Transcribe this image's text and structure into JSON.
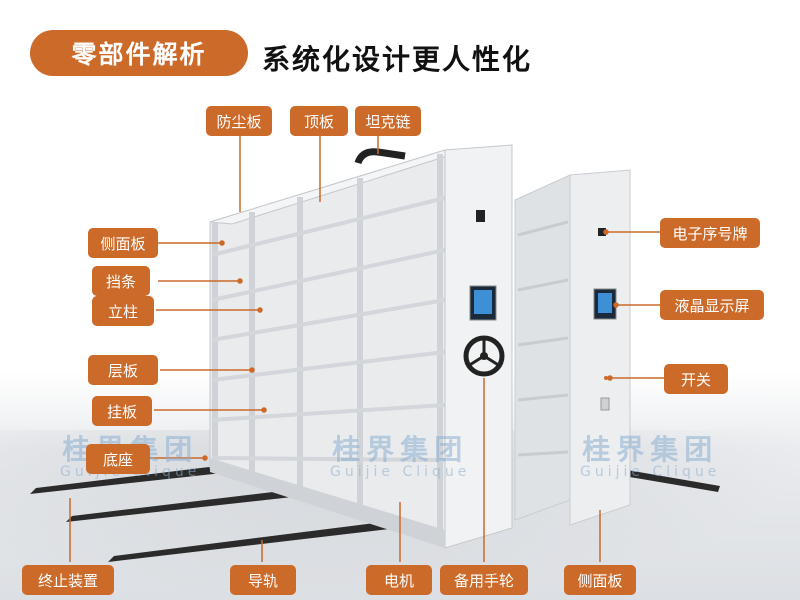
{
  "header": {
    "title": "零部件解析",
    "subtitle": "系统化设计更人性化"
  },
  "labels": {
    "dust_board": "防尘板",
    "top_board": "顶板",
    "tank_chain": "坦克链",
    "side_panel_left": "侧面板",
    "retaining_strip": "挡条",
    "column": "立柱",
    "shelf": "层板",
    "hanging_board": "挂板",
    "base": "底座",
    "terminal_device": "终止装置",
    "guide_rail": "导轨",
    "motor": "电机",
    "spare_handwheel": "备用手轮",
    "side_panel_bottom": "侧面板",
    "electronic_number_plate": "电子序号牌",
    "lcd_screen": "液晶显示屏",
    "switch": "开关"
  },
  "watermark": {
    "cn": "桂界集团",
    "en": "Guijie Clique"
  },
  "colors": {
    "accent": "#cc6a2a",
    "title_text": "#111111",
    "shelf_metal": "#e6e8ea",
    "rail": "#2b2b2b"
  }
}
